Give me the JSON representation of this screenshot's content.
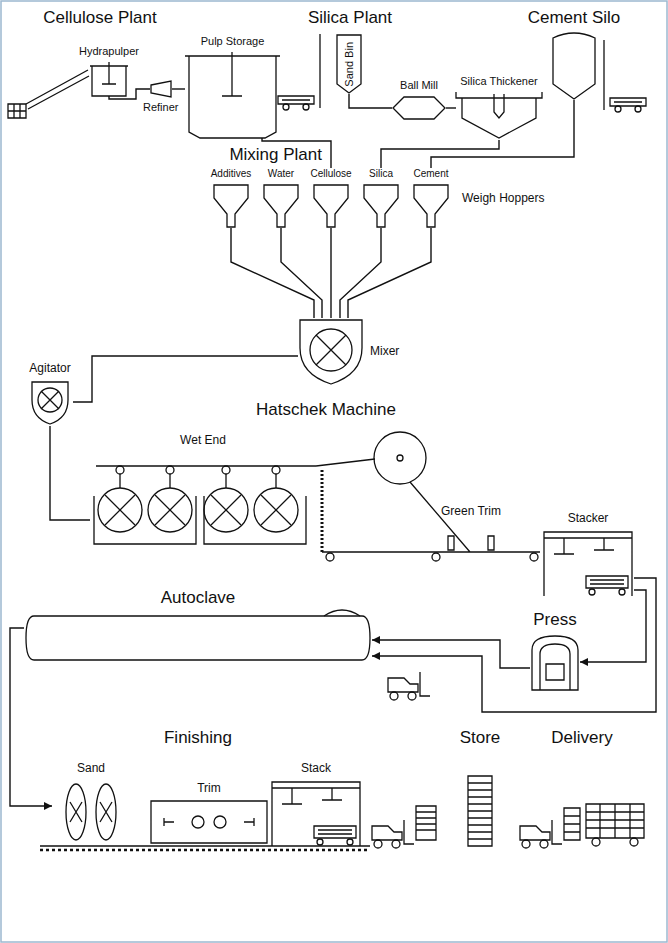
{
  "diagram": {
    "nodes": [
      {
        "text": [
          "Hydrapulper"
        ]
      },
      {
        "text": [
          "Refiner"
        ]
      },
      {
        "text": [
          "Pulp Storage"
        ]
      },
      {
        "text": [
          "Sand Bin"
        ]
      },
      {
        "text": [
          "Ball Mill"
        ]
      },
      {
        "text": [
          "Silica Thickener"
        ]
      },
      {
        "text": [
          "Cement Silo"
        ]
      },
      {
        "text": [
          "Additives"
        ]
      },
      {
        "text": [
          "Water"
        ]
      },
      {
        "text": [
          "Cellulose"
        ]
      },
      {
        "text": [
          "Silica"
        ]
      },
      {
        "text": [
          "Cement"
        ]
      },
      {
        "text": [
          "Mixer"
        ]
      },
      {
        "text": [
          "Agitator"
        ]
      },
      {
        "text": [
          "Wet End"
        ]
      },
      {
        "text": [
          "Stacker"
        ]
      },
      {
        "text": [
          "Press"
        ]
      },
      {
        "text": [
          "Autoclave"
        ]
      },
      {
        "text": [
          "Sand"
        ]
      },
      {
        "text": [
          "Trim"
        ]
      },
      {
        "text": [
          "Stack"
        ]
      }
    ],
    "edges": [
      {
        "from": 0,
        "to": 1,
        "arrow": "none"
      },
      {
        "from": 1,
        "to": 2,
        "arrow": "none"
      },
      {
        "from": 2,
        "to": 9,
        "arrow": "none"
      },
      {
        "from": 3,
        "to": 4,
        "arrow": "none"
      },
      {
        "from": 4,
        "to": 5,
        "arrow": "none"
      },
      {
        "from": 5,
        "to": 10,
        "arrow": "none"
      },
      {
        "from": 6,
        "to": 11,
        "arrow": "none"
      },
      {
        "from": 7,
        "to": 12,
        "arrow": "none"
      },
      {
        "from": 8,
        "to": 12,
        "arrow": "none"
      },
      {
        "from": 9,
        "to": 12,
        "arrow": "none"
      },
      {
        "from": 10,
        "to": 12,
        "arrow": "none"
      },
      {
        "from": 11,
        "to": 12,
        "arrow": "none"
      },
      {
        "from": 12,
        "to": 13,
        "arrow": "none"
      },
      {
        "from": 13,
        "to": 14,
        "arrow": "none"
      },
      {
        "from": 15,
        "to": 16,
        "arrow": "to"
      },
      {
        "from": 16,
        "to": 17,
        "arrow": "to"
      },
      {
        "from": 15,
        "to": 17,
        "arrow": "to"
      },
      {
        "from": 17,
        "to": 18,
        "arrow": "to"
      }
    ],
    "labels": [
      "Cellulose Plant",
      "Silica Plant",
      "Mixing Plant",
      "Weigh Hoppers",
      "Hatschek Machine",
      "Green Trim",
      "Finishing",
      "Store",
      "Delivery"
    ]
  }
}
